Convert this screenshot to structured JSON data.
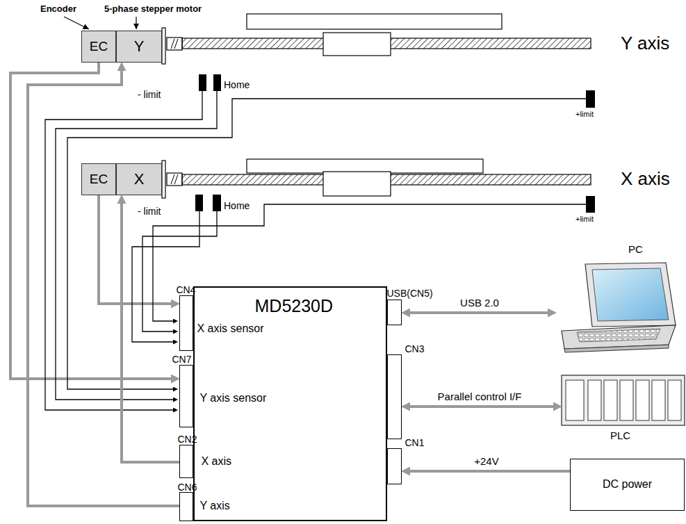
{
  "diagram": {
    "nodes": [
      {
        "text": [
          "EC"
        ]
      },
      {
        "text": [
          "Y"
        ]
      },
      {
        "text": [
          "- limit"
        ]
      },
      {
        "text": [
          "Home"
        ]
      },
      {
        "text": [
          "+limit"
        ]
      },
      {
        "text": [
          "EC"
        ]
      },
      {
        "text": [
          "X"
        ]
      },
      {
        "text": [
          "- limit"
        ]
      },
      {
        "text": [
          "Home"
        ]
      },
      {
        "text": [
          "+limit"
        ]
      },
      {
        "text": [
          "PC"
        ]
      },
      {
        "text": [
          "MD5230D"
        ]
      },
      {
        "text": [
          "CN4",
          "X axis sensor"
        ],
        "in": 11
      },
      {
        "text": [
          "USB(CN5)"
        ],
        "in": 11
      },
      {
        "text": [
          "CN3"
        ],
        "in": 11
      },
      {
        "text": [
          "CN7",
          "Y axis sensor"
        ],
        "in": 11
      },
      {
        "text": [
          "PLC"
        ]
      },
      {
        "text": [
          "CN2",
          "X axis"
        ],
        "in": 11
      },
      {
        "text": [
          "CN1"
        ],
        "in": 11
      },
      {
        "text": [
          "CN6",
          "Y axis"
        ],
        "in": 11
      },
      {
        "text": [
          "DC power"
        ]
      }
    ],
    "edges": [
      {
        "from": 0,
        "to": 15,
        "arrow": "to"
      },
      {
        "from": 19,
        "to": 1,
        "arrow": "to"
      },
      {
        "from": 2,
        "to": 15,
        "arrow": "to"
      },
      {
        "from": 3,
        "to": 15,
        "arrow": "to"
      },
      {
        "from": 4,
        "to": 15,
        "arrow": "to"
      },
      {
        "from": 5,
        "to": 12,
        "arrow": "to"
      },
      {
        "from": 17,
        "to": 6,
        "arrow": "to"
      },
      {
        "from": 7,
        "to": 12,
        "arrow": "to"
      },
      {
        "from": 8,
        "to": 12,
        "arrow": "to"
      },
      {
        "from": 9,
        "to": 12,
        "arrow": "to"
      },
      {
        "from": 13,
        "to": 10,
        "label": "USB 2.0",
        "arrow": "both"
      },
      {
        "from": 14,
        "to": 16,
        "label": "Parallel control I/F",
        "arrow": "both"
      },
      {
        "from": 20,
        "to": 18,
        "label": "+24V",
        "arrow": "to"
      }
    ],
    "labels": [
      "Encoder",
      "5-phase stepper motor",
      "Y axis",
      "X axis"
    ]
  }
}
